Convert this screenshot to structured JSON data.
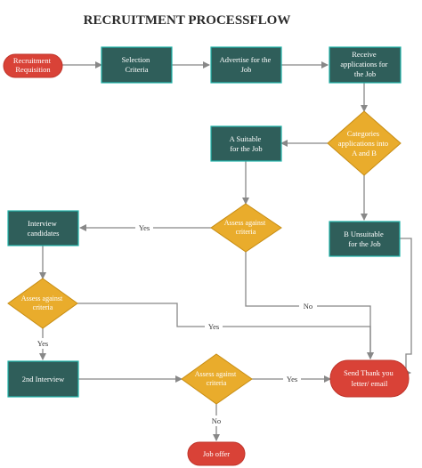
{
  "title": "RECRUITMENT PROCESSFLOW",
  "nodes": {
    "recruitment_requisition": [
      "Recruitment",
      "Requisition"
    ],
    "selection_criteria": [
      "Selection",
      "Criteria"
    ],
    "advertise_job": [
      "Advertise  for the",
      "Job"
    ],
    "receive_applications": [
      "Receive",
      "applications for",
      "the Job"
    ],
    "categories": [
      "Categories",
      "applications into",
      "A and B"
    ],
    "a_suitable": [
      "A Suitable",
      "for the Job"
    ],
    "b_unsuitable": [
      "B Unsuitable",
      "for the Job"
    ],
    "assess_top": [
      "Assess  against",
      "criteria"
    ],
    "interview_candidates": [
      "Interview",
      "candidates"
    ],
    "assess_left": [
      "Assess  against",
      "criteria"
    ],
    "second_interview": [
      "2nd Interview"
    ],
    "assess_bottom": [
      "Assess  against",
      "criteria"
    ],
    "send_thank_you": [
      "Send Thank you",
      "letter/  email"
    ],
    "job_offer": [
      "Job offer"
    ]
  },
  "edge_labels": {
    "yes_top": "Yes",
    "no_top": "No",
    "yes_left": "Yes",
    "yes_middle": "Yes",
    "yes_bottom": "Yes",
    "no_bottom": "No"
  },
  "colors": {
    "box_fill": "#2f5e5a",
    "box_border": "#21b3a9",
    "diamond_fill": "#e9ac2c",
    "oval_fill": "#d94237",
    "edge": "#888888"
  }
}
